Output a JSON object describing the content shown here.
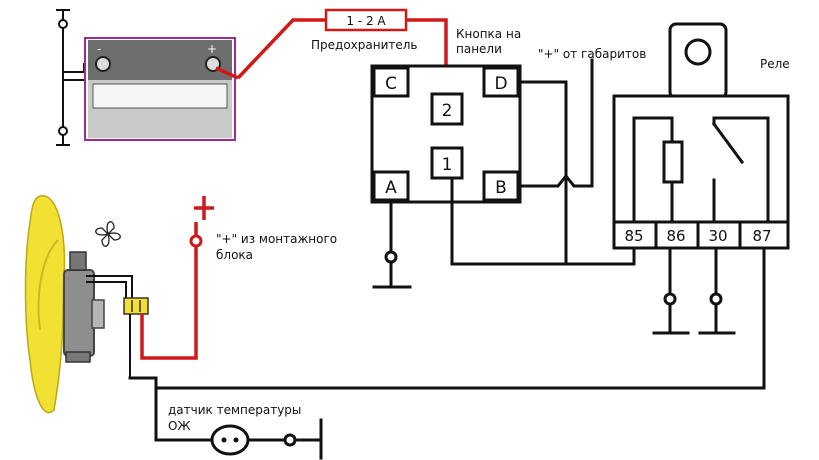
{
  "fuse": {
    "rating": "1 - 2 A",
    "label": "Предохранитель"
  },
  "button": {
    "label_line1": "Кнопка на",
    "label_line2": "панели",
    "pins": {
      "c": "C",
      "d": "D",
      "two": "2",
      "one": "1",
      "a": "A",
      "b": "B"
    }
  },
  "lights_plus": {
    "label": "\"+\" от габаритов"
  },
  "relay": {
    "label": "Реле",
    "pins": {
      "p85": "85",
      "p86": "86",
      "p30": "30",
      "p87": "87"
    }
  },
  "battery": {
    "minus": "-",
    "plus": "+"
  },
  "mounting_block_plus": {
    "symbol": "+",
    "label_line1": "\"+\" из монтажного",
    "label_line2": "блока"
  },
  "temp_sensor": {
    "label_line1": "датчик температуры",
    "label_line2": "ОЖ"
  },
  "colors": {
    "wire": "#111111",
    "power_wire": "#d01818",
    "fan_yellow": "#f2e033"
  }
}
